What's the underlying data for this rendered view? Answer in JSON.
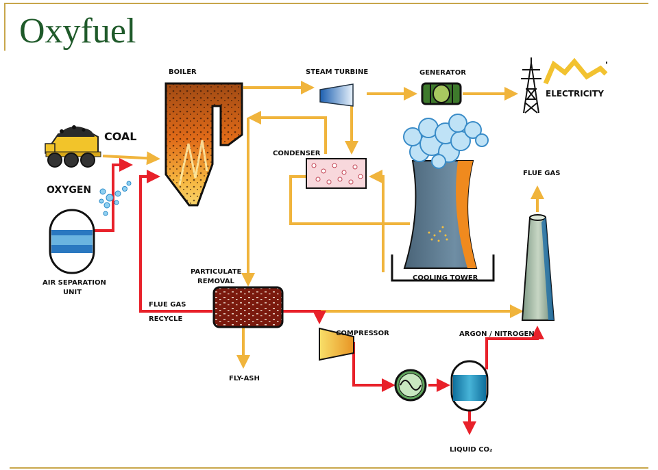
{
  "slide": {
    "title": "Oxyfuel"
  },
  "labels": {
    "boiler": "BOILER",
    "steam_turbine": "STEAM TURBINE",
    "generator": "GENERATOR",
    "electricity": "ELECTRICITY",
    "coal": "COAL",
    "oxygen": "OXYGEN",
    "asu_line1": "AIR SEPARATION",
    "asu_line2": "UNIT",
    "condenser": "CONDENSER",
    "flue_gas_top": "FLUE GAS",
    "particulate_line1": "PARTICULATE",
    "particulate_line2": "REMOVAL",
    "cooling_tower": "COOLING TOWER",
    "flue_gas_recycle_line1": "FLUE GAS",
    "flue_gas_recycle_line2": "RECYCLE",
    "compressor": "COMPRESSOR",
    "argon_nitrogen": "ARGON / NITROGEN",
    "fly_ash": "FLY-ASH",
    "liquid_co2": "LIQUID CO₂"
  },
  "colors": {
    "title": "#1f5a2a",
    "frame": "#c8a64a",
    "steam_line": "#f0b43c",
    "co2_line": "#e8212a",
    "tower_body": "#5a7890",
    "tower_stripe": "#f08a1e"
  }
}
